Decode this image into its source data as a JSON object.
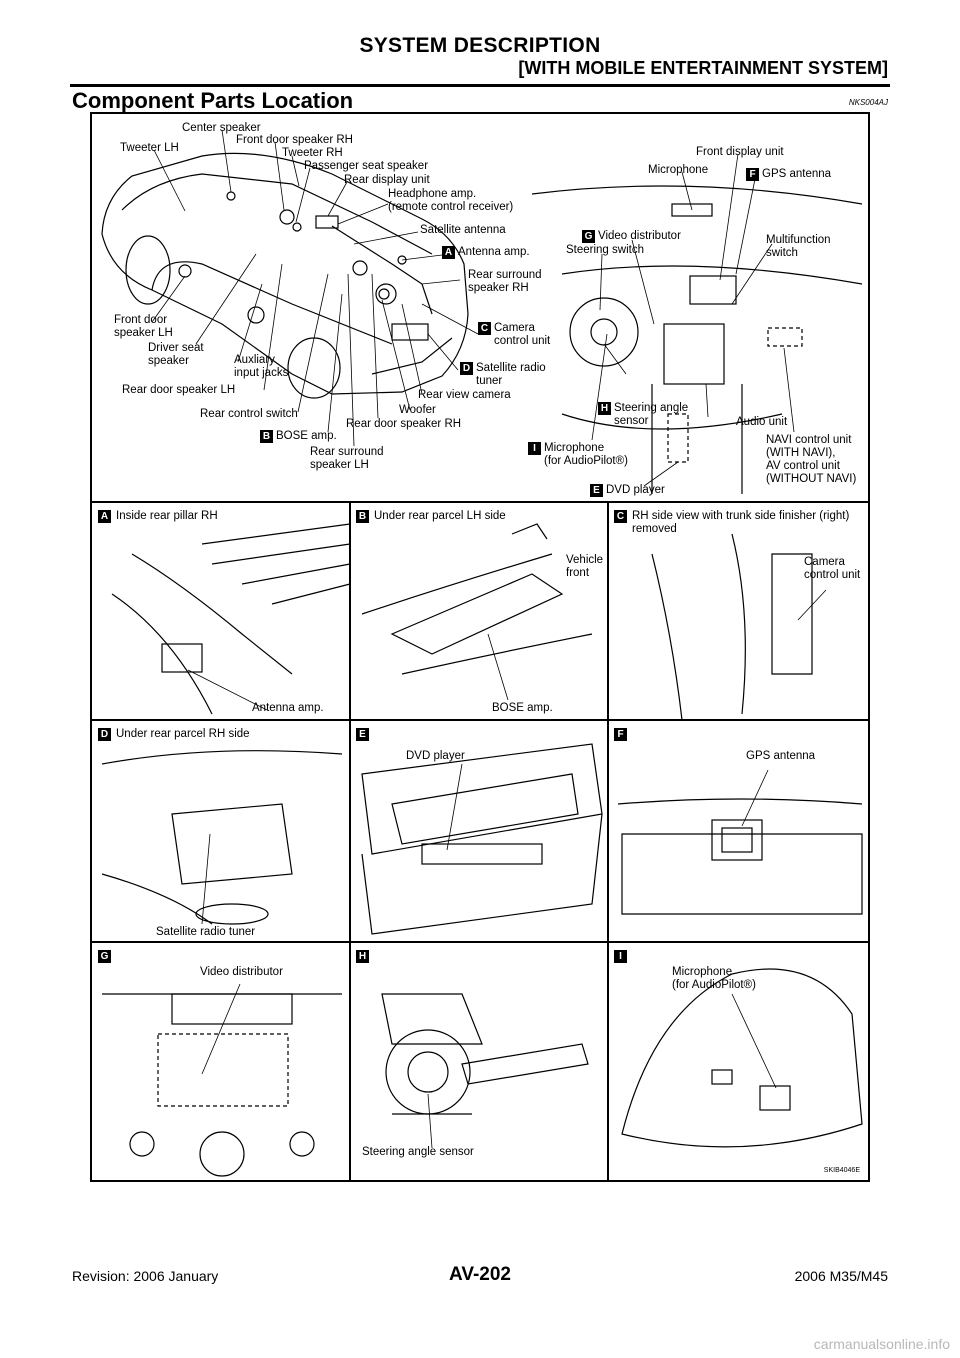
{
  "header": {
    "title": "SYSTEM DESCRIPTION",
    "subtitle": "[WITH MOBILE ENTERTAINMENT SYSTEM]"
  },
  "section": {
    "title": "Component Parts Location",
    "code": "NKS004AJ"
  },
  "overview": {
    "car_labels": {
      "tweeter_lh": "Tweeter LH",
      "center_speaker": "Center speaker",
      "front_door_speaker_rh": "Front door speaker RH",
      "tweeter_rh": "Tweeter RH",
      "passenger_seat_speaker": "Passenger seat speaker",
      "rear_display_unit": "Rear display unit",
      "headphone_amp": "Headphone amp.\n(remote control receiver)",
      "satellite_antenna": "Satellite antenna",
      "antenna_amp": "Antenna amp.",
      "rear_surround_speaker_rh": "Rear surround\nspeaker RH",
      "camera_control_unit": "Camera\ncontrol unit",
      "satellite_radio_tuner": "Satellite radio\ntuner",
      "rear_view_camera": "Rear view camera",
      "woofer": "Woofer",
      "rear_door_speaker_rh": "Rear door speaker RH",
      "rear_surround_speaker_lh": "Rear surround\nspeaker LH",
      "bose_amp": "BOSE amp.",
      "rear_control_switch": "Rear control switch",
      "rear_door_speaker_lh": "Rear door speaker LH",
      "auxiliary_input_jacks": "Auxliary\ninput jacks",
      "driver_seat_speaker": "Driver seat\nspeaker",
      "front_door_speaker_lh": "Front door\nspeaker LH"
    },
    "dash_labels": {
      "front_display_unit": "Front display unit",
      "microphone": "Microphone",
      "gps_antenna": "GPS antenna",
      "video_distributor": "Video distributor",
      "steering_switch": "Steering switch",
      "multifunction_switch": "Multifunction\nswitch",
      "steering_angle_sensor": "Steering angle\nsensor",
      "audio_unit": "Audio unit",
      "microphone_audiopilot": "Microphone\n(for AudioPilot®)",
      "navi_control_unit": "NAVI control unit\n(WITH NAVI),\nAV control unit\n(WITHOUT NAVI)",
      "dvd_player": "DVD player"
    }
  },
  "panels": [
    {
      "tag": "A",
      "title": "Inside rear pillar RH",
      "labels": [
        "Antenna amp."
      ]
    },
    {
      "tag": "B",
      "title": "Under rear parcel LH side",
      "labels": [
        "BOSE amp.",
        "Vehicle\nfront"
      ]
    },
    {
      "tag": "C",
      "title": "RH side view with trunk side finisher (right)\nremoved",
      "labels": [
        "Camera\ncontrol unit"
      ]
    },
    {
      "tag": "D",
      "title": "Under rear parcel RH side",
      "labels": [
        "Satellite radio tuner"
      ]
    },
    {
      "tag": "E",
      "title": "",
      "labels": [
        "DVD player"
      ]
    },
    {
      "tag": "F",
      "title": "",
      "labels": [
        "GPS antenna"
      ]
    },
    {
      "tag": "G",
      "title": "",
      "labels": [
        "Video distributor"
      ]
    },
    {
      "tag": "H",
      "title": "",
      "labels": [
        "Steering angle sensor"
      ]
    },
    {
      "tag": "I",
      "title": "",
      "labels": [
        "Microphone\n(for AudioPilot®)"
      ]
    }
  ],
  "figure_code": "SKIB4046E",
  "footer": {
    "revision": "Revision: 2006 January",
    "page": "AV-202",
    "model": "2006 M35/M45"
  },
  "watermark": "carmanualsonline.info"
}
